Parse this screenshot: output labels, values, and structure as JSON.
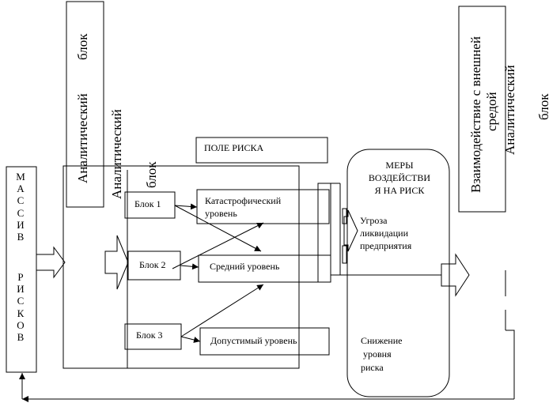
{
  "massiv": {
    "line1": "М\nА\nС\nС\nИ\nВ",
    "line2": "Р\nИ\nС\nК\nО\nВ"
  },
  "analytic_top": {
    "word1": "Аналитический",
    "word2": "блок"
  },
  "analytic_mid": {
    "word1": "Аналитический",
    "word2": "блок"
  },
  "analytic_right": {
    "word1": "Аналитический",
    "word2": "блок"
  },
  "interaction": {
    "line1": "Взаимодействие с внешней",
    "line2": "средой"
  },
  "pole_riska": "ПОЛЕ РИСКА",
  "blocks": [
    "Блок 1",
    "Блок 2",
    "Блок 3"
  ],
  "levels": [
    "Катастрофический\nуровень",
    "Средний уровень",
    "Допустимый уровень"
  ],
  "measures_title": "МЕРЫ\nВОЗДЕЙСТВИ\nЯ НА РИСК",
  "threat": "Угроза\nликвидации\nпредприятия",
  "reduction": "Снижение\n уровня\nриска"
}
